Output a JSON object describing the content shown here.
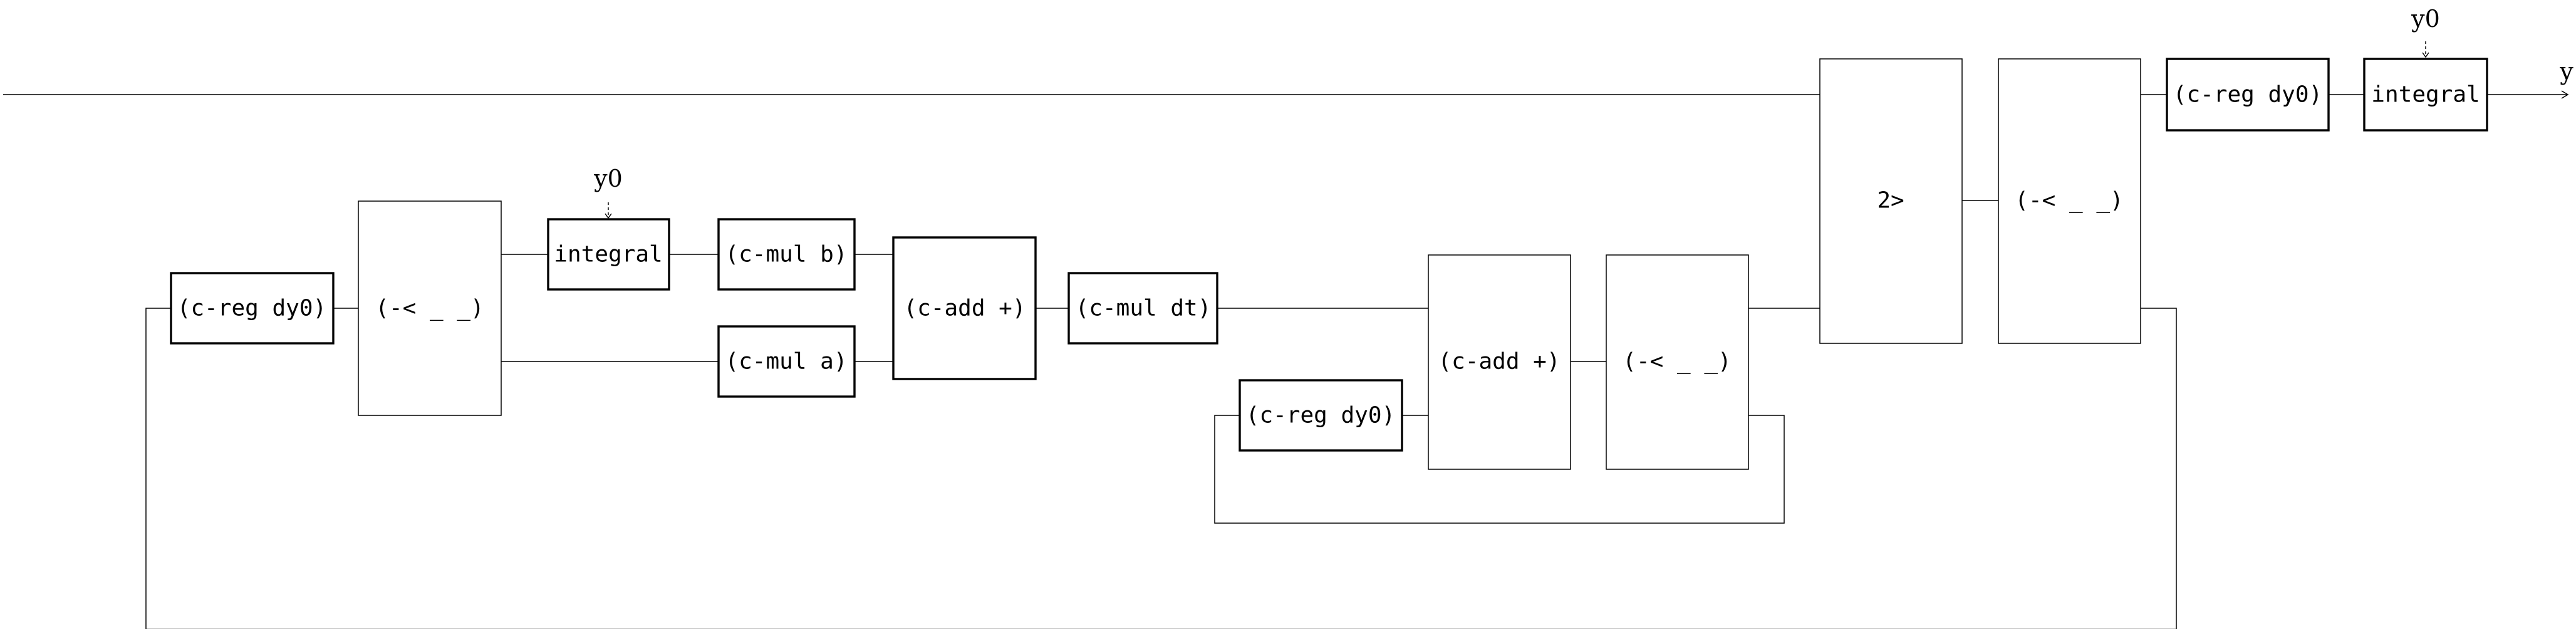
{
  "diagram": {
    "output_label": "y",
    "blocks": {
      "creg_left": "(c-reg dy0)",
      "split_left": "(-< _ _)",
      "integral_left": "integral",
      "integral_left_init": "y0",
      "mul_b": "(c-mul b)",
      "mul_a": "(c-mul a)",
      "add_left": "(c-add +)",
      "mul_dt": "(c-mul dt)",
      "creg_mid": "(c-reg dy0)",
      "add_mid": "(c-add +)",
      "split_mid": "(-< _ _)",
      "merge": "2>",
      "split_right": "(-< _ _)",
      "creg_right": "(c-reg dy0)",
      "integral_right": "integral",
      "integral_right_init": "y0"
    }
  }
}
